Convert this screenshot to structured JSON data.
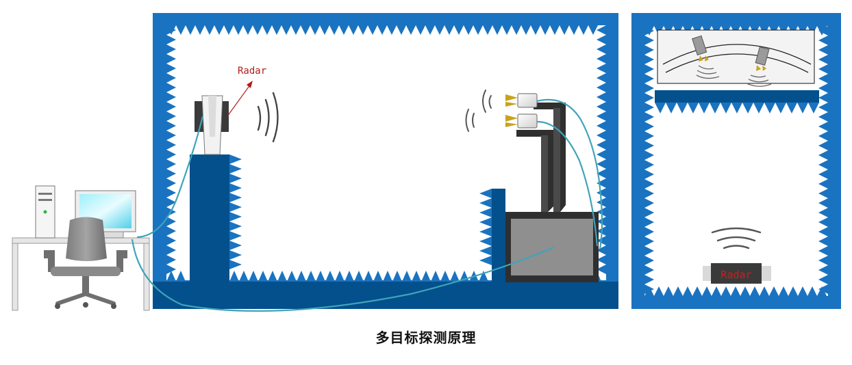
{
  "labels": {
    "radar_side": "Radar",
    "radar_device": "Radar",
    "caption": "多目标探测原理"
  },
  "colors": {
    "absorber_blue": "#1a73c0",
    "floor_blue": "#03508c",
    "cable": "#3fa3b9",
    "arrow_red": "#b01c1c",
    "radar_text_red": "#cc1f1f",
    "screen_cyan": "#4fd8ee",
    "gold_horn": "#c9a21e",
    "dark_frame": "#2f2f2f",
    "box_gray": "#8f8f8f"
  },
  "icons": {
    "computer": "desktop-computer-icon",
    "chair": "office-chair-icon",
    "radar": "radar-sensor-icon",
    "target": "corner-reflector-icon"
  }
}
